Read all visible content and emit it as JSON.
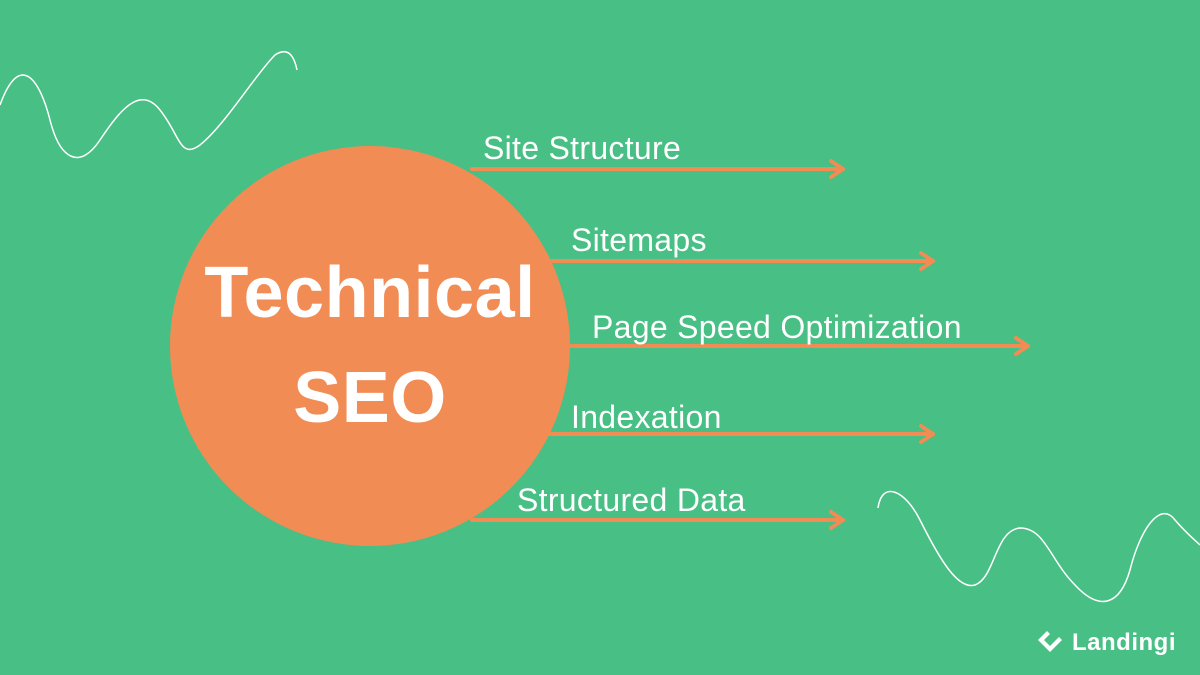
{
  "center": {
    "line1": "Technical",
    "line2": "SEO"
  },
  "branches": [
    {
      "label": "Site Structure"
    },
    {
      "label": "Sitemaps"
    },
    {
      "label": "Page Speed Optimization"
    },
    {
      "label": "Indexation"
    },
    {
      "label": "Structured Data"
    }
  ],
  "brand": {
    "name": "Landingi"
  },
  "colors": {
    "background": "#48bf84",
    "circle": "#f28c55",
    "arrow": "#f28c55",
    "text": "#ffffff"
  }
}
